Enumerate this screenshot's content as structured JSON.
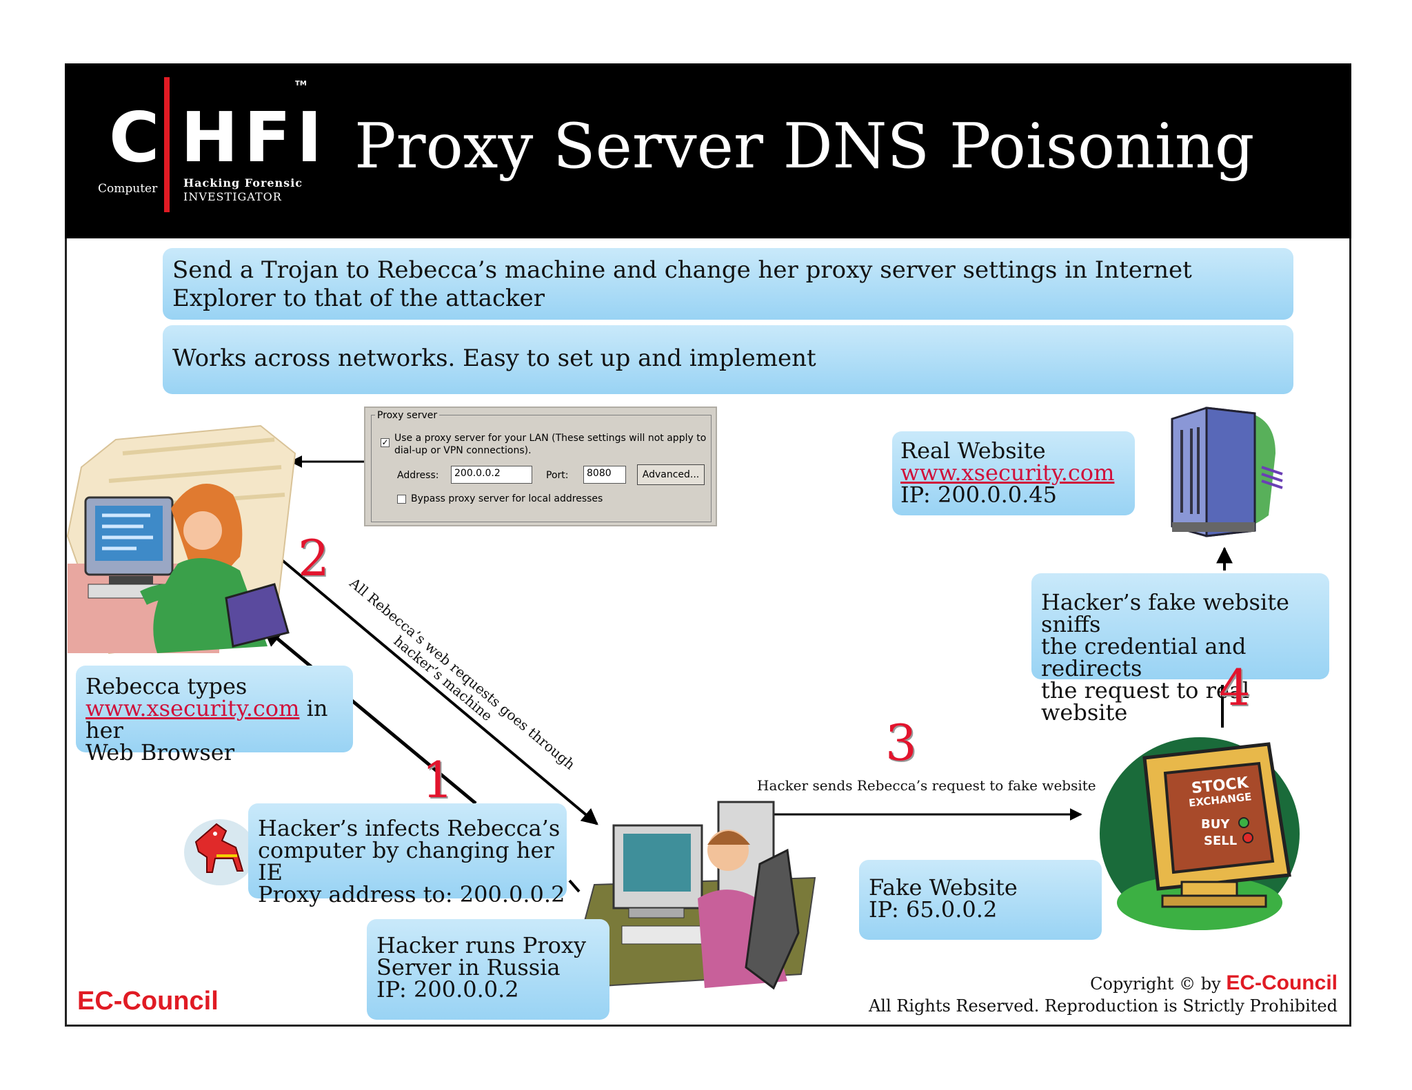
{
  "header": {
    "logo_c": "C",
    "logo_hfi": "HFI",
    "logo_tm": "TM",
    "logo_computer": "Computer",
    "logo_hacking_forensic": "Hacking Forensic",
    "logo_investigator": "INVESTIGATOR",
    "title": "Proxy Server DNS Poisoning"
  },
  "banners": [
    "Send a Trojan to Rebecca’s machine and change her proxy server settings in Internet Explorer to that of the attacker",
    "Works across networks. Easy to set up and implement"
  ],
  "proxy_dialog": {
    "group_title": "Proxy server",
    "use_proxy_line1": "Use a proxy server for your LAN (These settings will not apply to",
    "use_proxy_line2": "dial-up or VPN connections).",
    "use_proxy_checked": true,
    "address_label": "Address:",
    "address_value": "200.0.0.2",
    "port_label": "Port:",
    "port_value": "8080",
    "advanced_label": "Advanced...",
    "bypass_label": "Bypass proxy server for local addresses",
    "bypass_checked": false
  },
  "rebecca_box": {
    "line1": "Rebecca types",
    "link": "www.xsecurity.com",
    "line2_suffix": " in her",
    "line3": "Web Browser"
  },
  "infect_box": {
    "line1": "Hacker’s infects Rebecca’s",
    "line2": "computer by changing her IE",
    "line3": "Proxy address to: 200.0.0.2"
  },
  "proxy_box": {
    "line1": "Hacker runs Proxy",
    "line2": "Server in Russia",
    "line3": "IP: 200.0.0.2"
  },
  "real_box": {
    "line1": "Real Website",
    "link": "www.xsecurity.com",
    "line3": "IP: 200.0.0.45"
  },
  "sniff_box": {
    "line1": "Hacker’s fake website sniffs",
    "line2": "the credential and redirects",
    "line3": "the request to real website"
  },
  "fake_box": {
    "line1": "Fake Website",
    "line2": "IP: 65.0.0.2"
  },
  "steps": [
    "1",
    "2",
    "3",
    "4"
  ],
  "step2_text_line1": "All Rebecca’s web requests goes through",
  "step2_text_line2": "hacker’s machine",
  "step3_text": "Hacker sends Rebecca’s request to fake website",
  "stock_screen": {
    "line1": "STOCK",
    "line2": "EXCHANGE",
    "buy": "BUY",
    "sell": "SELL"
  },
  "footer": {
    "brand_left": "EC-Council",
    "copyright_prefix": "Copyright © by ",
    "brand_right": "EC-Council",
    "rights": "All Rights Reserved. Reproduction is Strictly Prohibited"
  },
  "colors": {
    "accent_red": "#e01b24",
    "link_red": "#d0103a",
    "bubble_light": "#c9e9fa",
    "bubble_dark": "#99d3f4",
    "header_bg": "#000000"
  }
}
